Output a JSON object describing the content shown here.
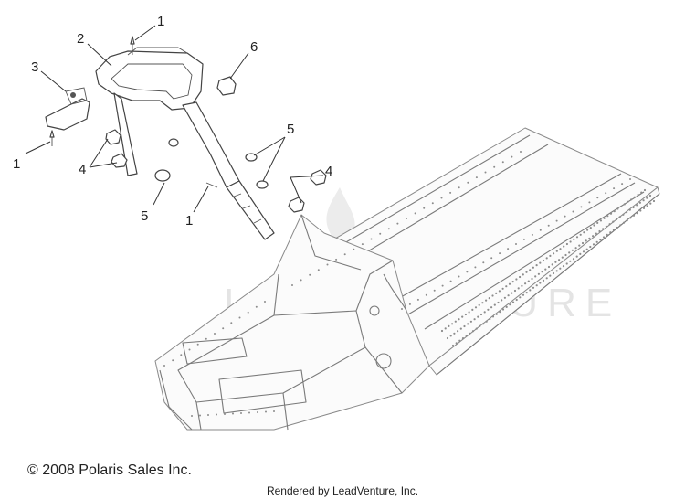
{
  "callouts": {
    "c1a": "1",
    "c2": "2",
    "c3": "3",
    "c6": "6",
    "c1b": "1",
    "c4a": "4",
    "c5a": "5",
    "c5b": "5",
    "c1c": "1",
    "c4b": "4"
  },
  "watermark": {
    "text": "LEADVENTURE"
  },
  "footer": {
    "copyright": "© 2008 Polaris Sales Inc.",
    "rendered_by": "Rendered by LeadVenture, Inc."
  },
  "colors": {
    "line": "#333333",
    "frame": "#7a7a7a",
    "watermark": "#e4e4e4"
  }
}
